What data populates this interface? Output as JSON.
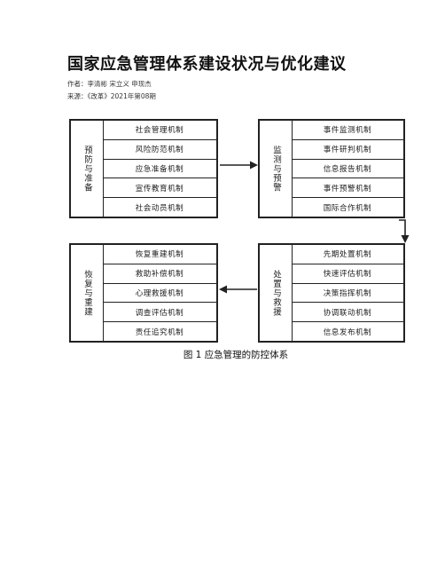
{
  "article": {
    "title": "国家应急管理体系建设状况与优化建议",
    "authors": "作者：李清彬 宋立义 申现杰",
    "source": "来源：《改革》2021年第08期"
  },
  "figure": {
    "caption": "图 1   应急管理的防控体系",
    "groups": [
      {
        "label": "预防与准备",
        "items": [
          "社会管理机制",
          "风险防范机制",
          "应急准备机制",
          "宣传教育机制",
          "社会动员机制"
        ]
      },
      {
        "label": "监测与预警",
        "items": [
          "事件监测机制",
          "事件研判机制",
          "信息报告机制",
          "事件预警机制",
          "国际合作机制"
        ]
      },
      {
        "label": "处置与救援",
        "items": [
          "先期处置机制",
          "快速评估机制",
          "决策指挥机制",
          "协调联动机制",
          "信息发布机制"
        ]
      },
      {
        "label": "恢复与重建",
        "items": [
          "恢复重建机制",
          "救助补偿机制",
          "心理救援机制",
          "调查评估机制",
          "责任追究机制"
        ]
      }
    ]
  }
}
